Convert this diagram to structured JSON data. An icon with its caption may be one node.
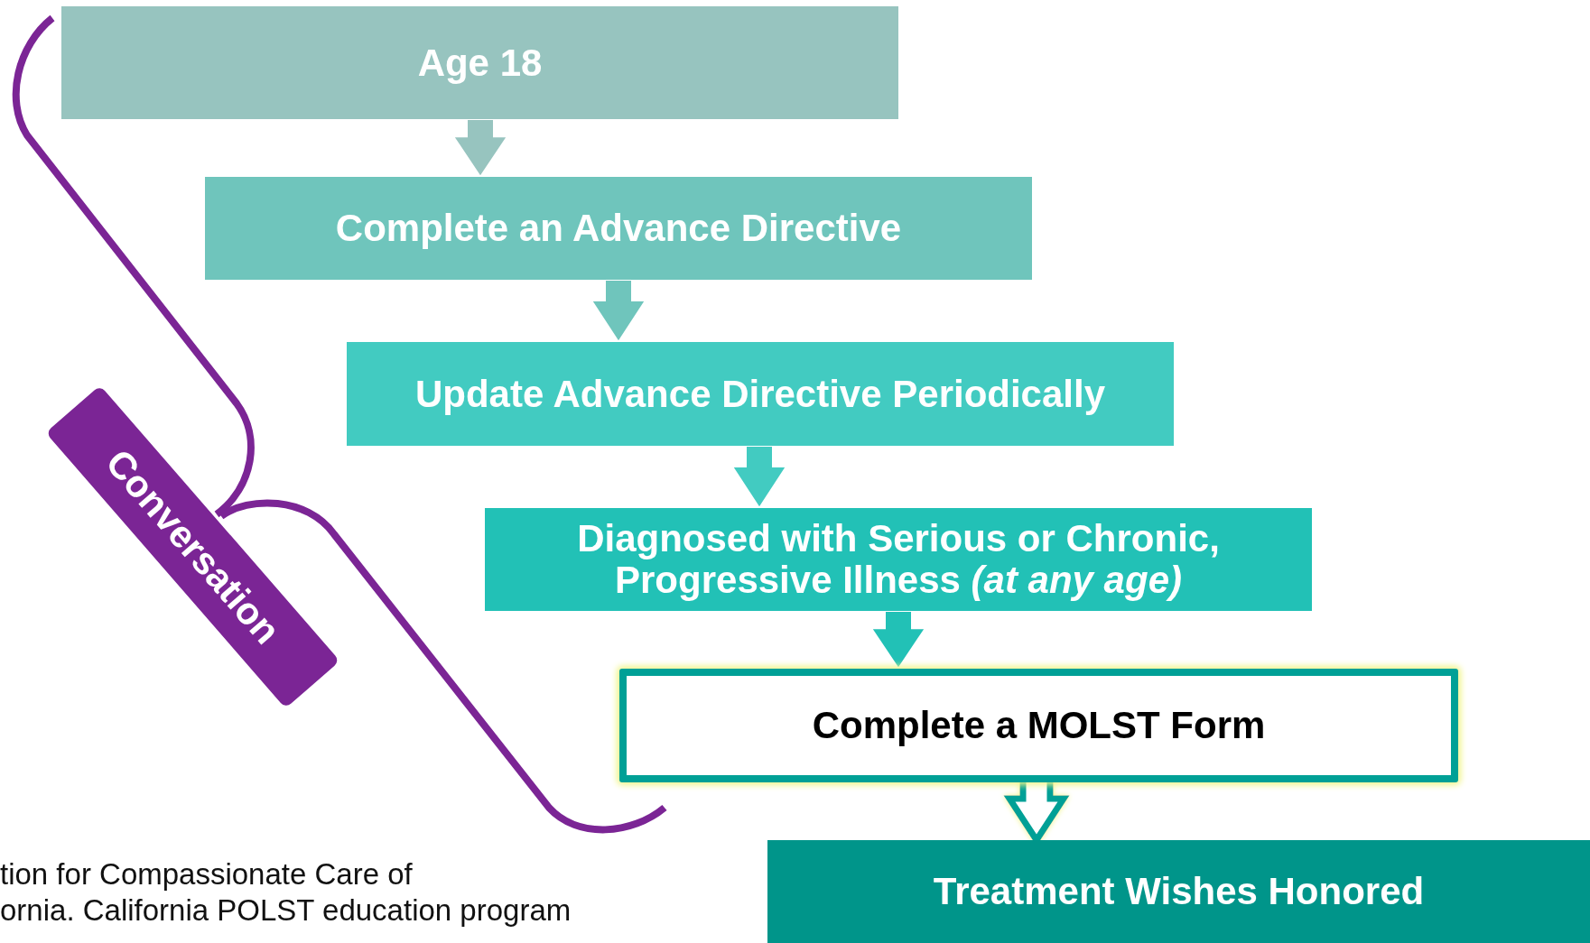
{
  "diagram": {
    "nodes": [
      {
        "text": [
          "Age 18"
        ]
      },
      {
        "text": [
          "Complete an Advance Directive"
        ]
      },
      {
        "text": [
          "Update Advance Directive Periodically"
        ]
      },
      {
        "text": [
          "Diagnosed with Serious or Chronic, Progressive Illness *(at any age)*"
        ]
      },
      {
        "text": [
          "Complete a MOLST Form"
        ]
      },
      {
        "text": [
          "Treatment Wishes Honored"
        ]
      },
      {
        "text": [
          "Conversation"
        ]
      }
    ],
    "edges": [
      {
        "from": 0,
        "to": 1,
        "arrow": "to"
      },
      {
        "from": 1,
        "to": 2,
        "arrow": "to"
      },
      {
        "from": 2,
        "to": 3,
        "arrow": "to"
      },
      {
        "from": 3,
        "to": 4,
        "arrow": "to"
      },
      {
        "from": 4,
        "to": 5,
        "arrow": "to"
      }
    ],
    "labels": [
      "tion for Compassionate Care of",
      "ornia. California POLST education program"
    ]
  }
}
